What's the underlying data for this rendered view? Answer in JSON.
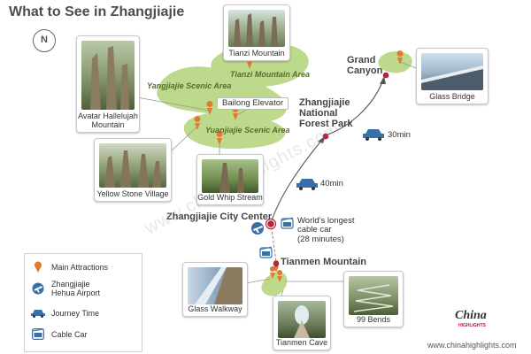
{
  "title": "What to See in Zhangjiajie",
  "compass_label": "N",
  "areas": {
    "tianzi": "Tianzi Mountain Area",
    "yangjiajie": "Yangjiajie Scenic Area",
    "yuanjiajie": "Yuanjiajie Scenic Area"
  },
  "places": {
    "grand_canyon": [
      "Grand",
      "Canyon"
    ],
    "forest_park": [
      "Zhangjiajie",
      "National",
      "Forest Park"
    ],
    "city_center": "Zhangjiajie City Center",
    "tianmen": "Tianmen Mountain",
    "bailong": "Bailong Elevator"
  },
  "times": {
    "to_canyon": "30min",
    "to_forest": "40min"
  },
  "cable_car_note": [
    "World's longest",
    "cable car",
    "(28 minutes)"
  ],
  "photos": {
    "tianzi": "Tianzi Mountain",
    "glass_bridge": "Glass Bridge",
    "avatar": [
      "Avatar Hallelujah",
      "Mountain"
    ],
    "yellow_stone": "Yellow Stone Village",
    "gold_whip": "Gold Whip Stream",
    "glass_walkway": "Glass Walkway",
    "tianmen_cave": "Tianmen Cave",
    "bends": "99 Bends"
  },
  "legend": [
    {
      "icon": "pin-icon",
      "label": [
        "Main Attractions"
      ]
    },
    {
      "icon": "airport-icon",
      "label": [
        "Zhangjiajie",
        "Hehua Airport"
      ]
    },
    {
      "icon": "car-icon",
      "label": [
        "Journey Time"
      ]
    },
    {
      "icon": "cable-car-icon",
      "label": [
        "Cable Car"
      ]
    }
  ],
  "watermark": "www.chinahighlights.com",
  "logo": {
    "line1": "China",
    "line2": "HIGHLIGHTS"
  },
  "website": "www.chinahighlights.com",
  "colors": {
    "land": "#bcd98c",
    "pin": "#e07a30",
    "route_dot": "#b3263a",
    "route": "#555555",
    "vehicle": "#3a6fa8",
    "accent_red": "#c8102e"
  }
}
